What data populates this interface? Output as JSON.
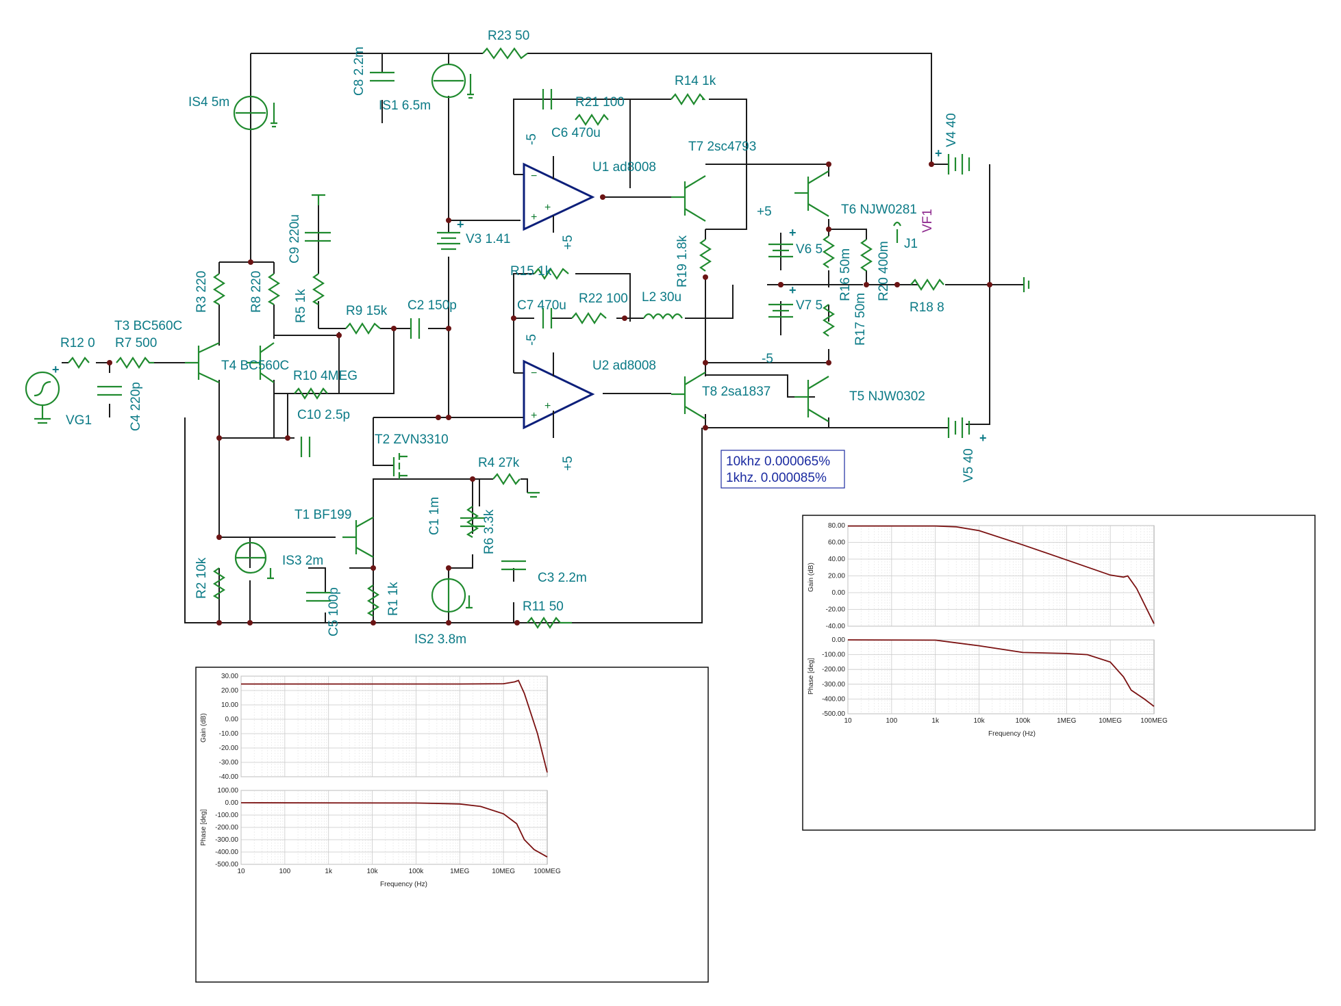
{
  "components": {
    "R23": "R23 50",
    "C8": "C8 2.2m",
    "IS1": "IS1 6.5m",
    "IS4": "IS4 5m",
    "R14": "R14 1k",
    "R21": "R21 100",
    "C6": "C6 470u",
    "U1": "U1 ad8008",
    "T7": "T7 2sc4793",
    "V4": "V4 40",
    "T6": "T6 NJW0281",
    "VF1": "VF1",
    "J1": "J1",
    "C9": "C9 220u",
    "R3": "R3 220",
    "R8": "R8 220",
    "R5": "R5 1k",
    "V3": "V3 1.41",
    "R19": "R19 1.8k",
    "V6": "V6 5",
    "R16": "R16 50m",
    "R20": "R20 400m",
    "R18": "R18 8",
    "R15": "R15 1k",
    "R22": "R22 100",
    "L2": "L2 30u",
    "C7": "C7 470u",
    "V7": "V7 5",
    "R17": "R17 50m",
    "R9": "R9 15k",
    "C2": "C2 150p",
    "R12": "R12 0",
    "R7": "R7 500",
    "T3": "T3 BC560C",
    "T4": "T4 BC560C",
    "R10": "R10 4MEG",
    "C10": "C10 2.5p",
    "C4": "C4 220p",
    "VG1": "VG1",
    "U2": "U2 ad8008",
    "T8": "T8 2sa1837",
    "T5": "T5 NJW0302",
    "V5": "V5 40",
    "T2": "T2 ZVN3310",
    "R4": "R4 27k",
    "C1": "C1 1m",
    "R6": "R6 3.3k",
    "T1": "T1 BF199",
    "IS3": "IS3 2m",
    "R2": "R2 10k",
    "C5": "C5 100p",
    "R1": "R1 1k",
    "IS2": "IS2 3.8m",
    "C3": "C3 2.2m",
    "R11": "R11 50"
  },
  "rail_labels": {
    "minus5": "-5",
    "plus5": "+5",
    "plus": "+"
  },
  "thd_note": {
    "line1": "10khz 0.000065%",
    "line2": "1khz.  0.000085%"
  },
  "plot_left": {
    "gain_axis_label": "Gain (dB)",
    "phase_axis_label": "Phase [deg]",
    "x_axis_label": "Frequency (Hz)",
    "gain_ticks": [
      "30.00",
      "20.00",
      "10.00",
      "0.00",
      "-10.00",
      "-20.00",
      "-30.00",
      "-40.00"
    ],
    "phase_ticks": [
      "100.00",
      "0.00",
      "-100.00",
      "-200.00",
      "-300.00",
      "-400.00",
      "-500.00"
    ],
    "freq_ticks": [
      "10",
      "100",
      "1k",
      "10k",
      "100k",
      "1MEG",
      "10MEG",
      "100MEG"
    ]
  },
  "plot_right": {
    "gain_axis_label": "Gain (dB)",
    "phase_axis_label": "Phase [deg]",
    "x_axis_label": "Frequency (Hz)",
    "gain_ticks": [
      "80.00",
      "60.00",
      "40.00",
      "20.00",
      "0.00",
      "-20.00",
      "-40.00"
    ],
    "phase_ticks": [
      "0.00",
      "-100.00",
      "-200.00",
      "-300.00",
      "-400.00",
      "-500.00"
    ],
    "freq_ticks": [
      "10",
      "100",
      "1k",
      "10k",
      "100k",
      "1MEG",
      "10MEG",
      "100MEG"
    ]
  },
  "chart_data": [
    {
      "type": "line",
      "x_scale": "log",
      "xlabel": "Frequency (Hz)",
      "xlim": [
        10,
        100000000
      ],
      "panels": [
        {
          "ylabel": "Gain (dB)",
          "ylim": [
            -40,
            30
          ],
          "series": [
            {
              "x": [
                10,
                1000000,
                10000000,
                18000000,
                22000000,
                30000000,
                60000000,
                100000000
              ],
              "values": [
                24.5,
                24.5,
                24.7,
                26,
                27,
                18,
                -10,
                -37
              ]
            }
          ]
        },
        {
          "ylabel": "Phase [deg]",
          "ylim": [
            -500,
            100
          ],
          "series": [
            {
              "x": [
                10,
                100000,
                1000000,
                3000000,
                10000000,
                20000000,
                30000000,
                50000000,
                100000000
              ],
              "values": [
                0,
                -2,
                -10,
                -30,
                -90,
                -170,
                -300,
                -380,
                -440
              ]
            }
          ]
        }
      ],
      "grid": true
    },
    {
      "type": "line",
      "x_scale": "log",
      "xlabel": "Frequency (Hz)",
      "xlim": [
        10,
        100000000
      ],
      "panels": [
        {
          "ylabel": "Gain (dB)",
          "ylim": [
            -40,
            80
          ],
          "series": [
            {
              "x": [
                10,
                1000,
                3000,
                10000,
                100000,
                1000000,
                10000000,
                20000000,
                25000000,
                40000000,
                100000000
              ],
              "values": [
                79.5,
                79.5,
                78.5,
                74,
                57,
                39,
                21,
                18.5,
                20,
                5,
                -37
              ]
            }
          ]
        },
        {
          "ylabel": "Phase [deg]",
          "ylim": [
            -500,
            0
          ],
          "series": [
            {
              "x": [
                10,
                1000,
                10000,
                100000,
                1000000,
                3000000,
                10000000,
                20000000,
                30000000,
                60000000,
                100000000
              ],
              "values": [
                0,
                -2,
                -40,
                -85,
                -92,
                -100,
                -150,
                -250,
                -340,
                -400,
                -450
              ]
            }
          ]
        }
      ],
      "grid": true
    }
  ]
}
